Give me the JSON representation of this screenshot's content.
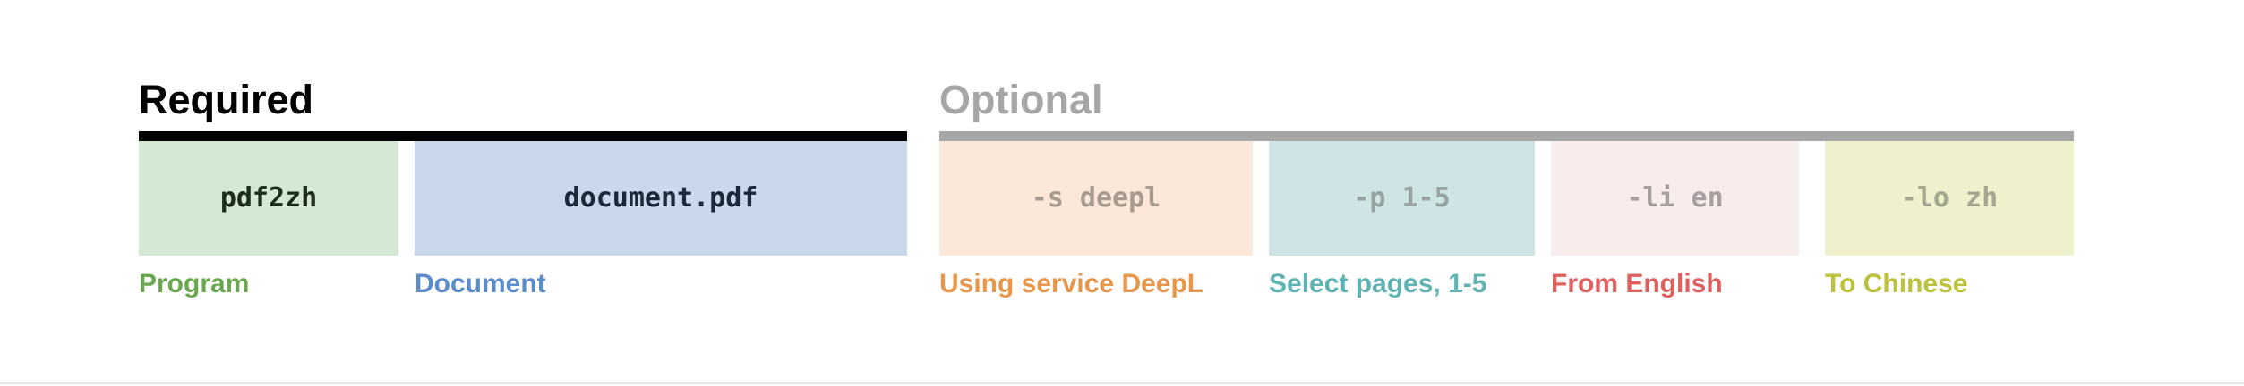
{
  "sections": {
    "required": {
      "label": "Required",
      "color": "#000000"
    },
    "optional": {
      "label": "Optional",
      "color": "#a6a6a6"
    }
  },
  "args": {
    "program": {
      "command": "pdf2zh",
      "caption": "Program",
      "bg": "#d5e8d4",
      "text_color": "#1c2e1a",
      "caption_color": "#6aa84f"
    },
    "document": {
      "command": "document.pdf",
      "caption": "Document",
      "bg": "#c9d8eb",
      "text_color": "#1b2a3a",
      "caption_color": "#5b8dcc"
    },
    "service": {
      "command": "-s deepl",
      "caption": "Using service DeepL",
      "bg": "#fbe8d9",
      "text_color": "#a89c90",
      "caption_color": "#e8964a"
    },
    "pages": {
      "command": "-p 1-5",
      "caption": "Select pages, 1-5",
      "bg": "#cfe5e5",
      "text_color": "#96a3a3",
      "caption_color": "#5fb3b3"
    },
    "from": {
      "command": "-li en",
      "caption": "From English",
      "bg": "#f9ecec",
      "text_color": "#a8a0a0",
      "caption_color": "#e06060"
    },
    "to": {
      "command": "-lo zh",
      "caption": "To Chinese",
      "bg": "#eef1cc",
      "text_color": "#a5a78f",
      "caption_color": "#bcc23a"
    }
  }
}
